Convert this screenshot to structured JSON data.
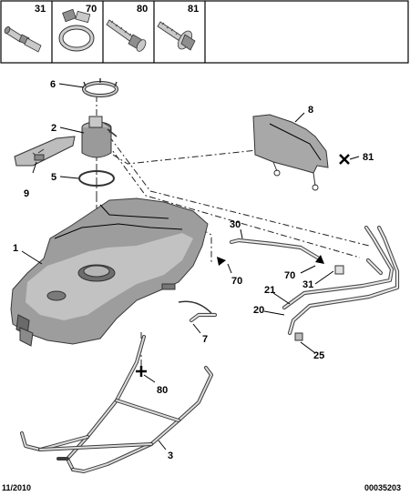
{
  "header_parts": [
    {
      "ref": "31",
      "icon": "connector-icon"
    },
    {
      "ref": "70",
      "icon": "hose-clamp-icon"
    },
    {
      "ref": "80",
      "icon": "bolt-icon"
    },
    {
      "ref": "81",
      "icon": "flange-bolt-icon"
    }
  ],
  "callouts": {
    "c1": "1",
    "c2": "2",
    "c3": "3",
    "c5": "5",
    "c6": "6",
    "c7": "7",
    "c8": "8",
    "c9": "9",
    "c20": "20",
    "c21": "21",
    "c25": "25",
    "c30": "30",
    "c31": "31",
    "c70a": "70",
    "c70b": "70",
    "c80": "80",
    "c81": "81"
  },
  "footer": {
    "date": "11/2010",
    "code": "00035203"
  }
}
